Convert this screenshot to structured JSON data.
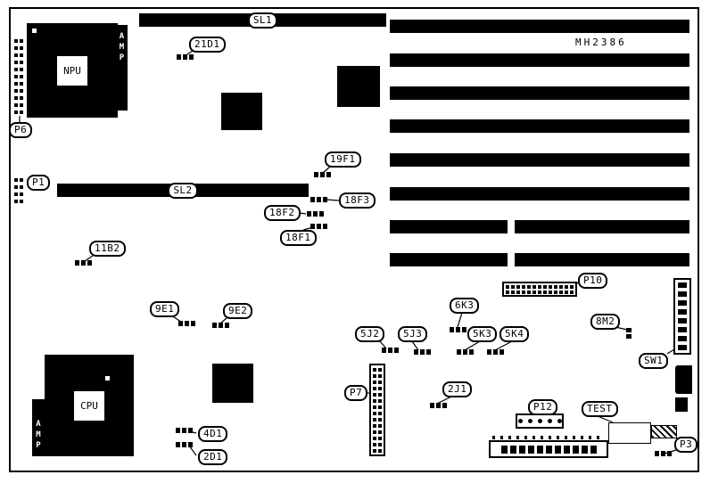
{
  "board": {
    "part_number": "MH2386"
  },
  "sockets": {
    "npu": "NPU",
    "cpu": "CPU"
  },
  "slots": {
    "sl1": "SL1",
    "sl2": "SL2"
  },
  "connectors": {
    "amp_top": "AMP",
    "amp_bottom": "AMP",
    "p6": "P6",
    "p1": "P1",
    "p3": "P3",
    "p7": "P7",
    "p10": "P10",
    "p12": "P12",
    "sw1": "SW1",
    "test": "TEST"
  },
  "jumpers": {
    "j21d1": "21D1",
    "j19f1": "19F1",
    "j18f1": "18F1",
    "j18f2": "18F2",
    "j18f3": "18F3",
    "j11b2": "11B2",
    "j9e1": "9E1",
    "j9e2": "9E2",
    "j6k3": "6K3",
    "j5j2": "5J2",
    "j5j3": "5J3",
    "j5k3": "5K3",
    "j5k4": "5K4",
    "j8m2": "8M2",
    "j2j1": "2J1",
    "j4d1": "4D1",
    "j2d1": "2D1"
  }
}
